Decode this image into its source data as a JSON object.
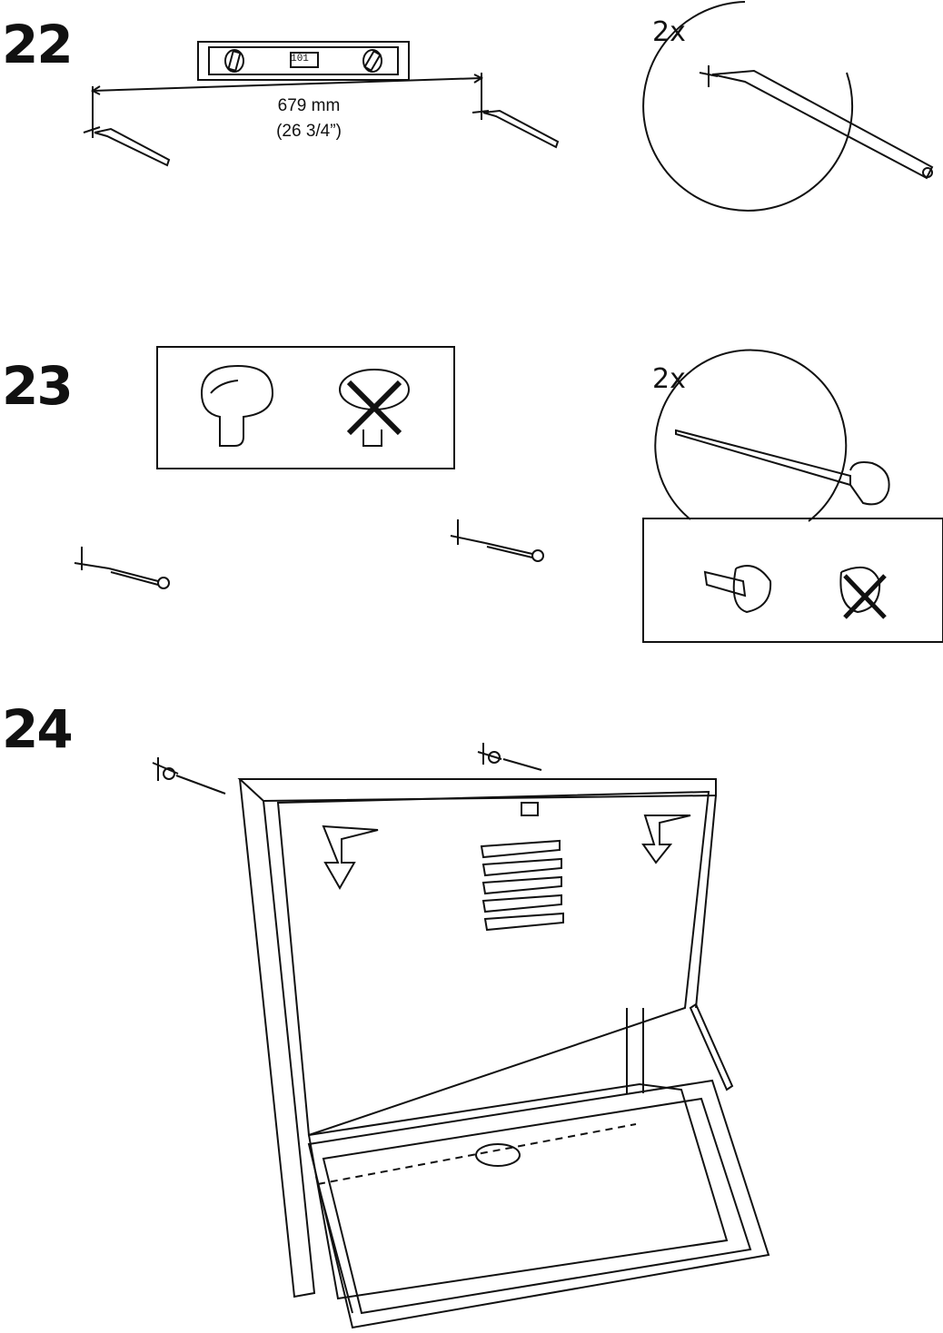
{
  "steps": [
    {
      "number": "22",
      "quantity": "2x",
      "measurement": "679 mm",
      "measurement_imperial": "(26 3/4”)",
      "level_reading": "101"
    },
    {
      "number": "23",
      "quantity": "2x"
    },
    {
      "number": "24"
    }
  ],
  "colors": {
    "ink": "#111111",
    "paper": "#ffffff"
  },
  "icons": [
    "spirit-level-icon",
    "pencil-icon",
    "wall-plug-icon",
    "screw-icon",
    "cross-icon",
    "arrow-down-icon",
    "cabinet-illustration"
  ]
}
